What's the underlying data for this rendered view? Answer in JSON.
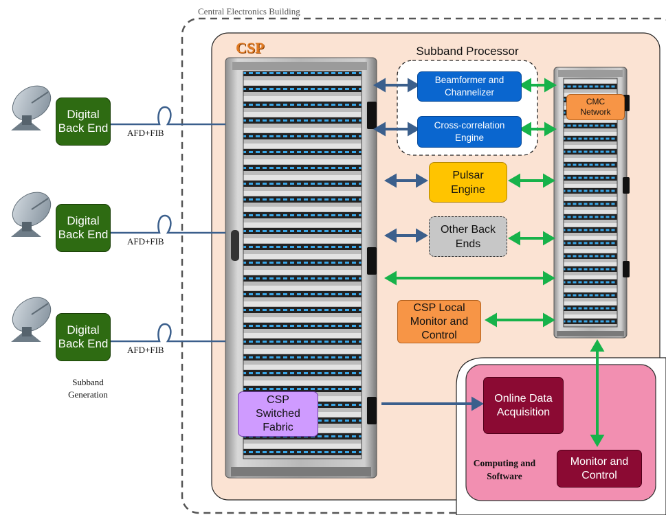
{
  "building_label": "Central Electronics Building",
  "csp_label": "CSP",
  "subband_processor_label": "Subband Processor",
  "digital_back_ends": [
    {
      "label": "Digital Back End"
    },
    {
      "label": "Digital Back End"
    },
    {
      "label": "Digital Back End"
    }
  ],
  "fiber_labels": [
    "AFD+FIB",
    "AFD+FIB",
    "AFD+FIB"
  ],
  "subband_generation_label": "Subband Generation",
  "beamformer_label": "Beamformer and Channelizer",
  "crosscorr_label": "Cross-correlation Engine",
  "pulsar_label": "Pulsar Engine",
  "other_back_ends_label": "Other Back Ends",
  "csp_local_mc_label": "CSP Local Monitor and Control",
  "cmc_network_label": "CMC Network",
  "switched_fabric_label": "CSP Switched Fabric",
  "online_daq_label": "Online Data Acquisition",
  "computing_software_label": "Computing and Software",
  "monitor_control_label": "Monitor and Control",
  "colors": {
    "blue_arrow": "#3b5f8c",
    "green_arrow": "#17b24a",
    "csp_region": "#fbe3d3",
    "computing_region": "#f28fb1"
  }
}
